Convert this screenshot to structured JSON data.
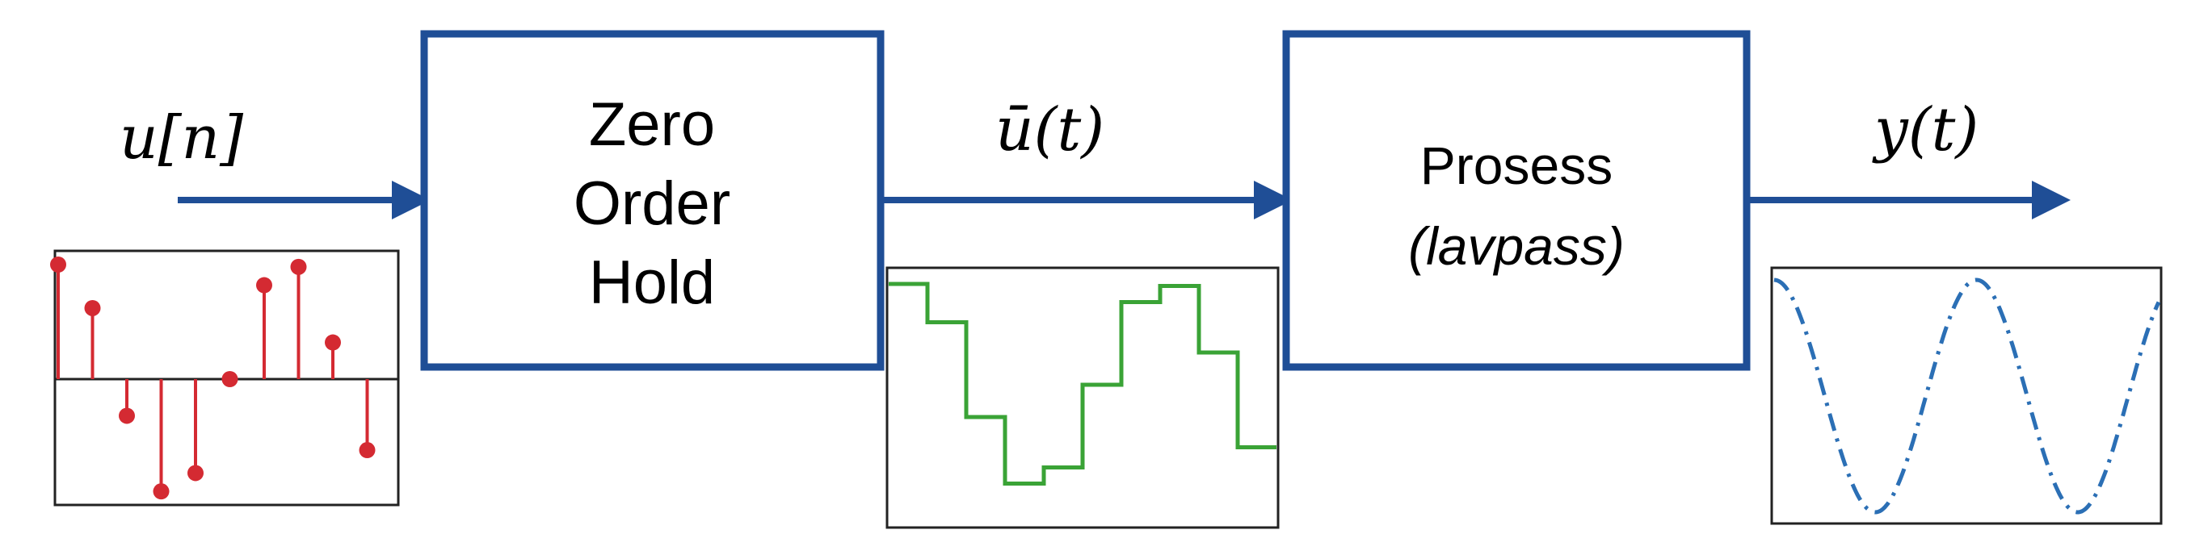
{
  "colors": {
    "flow": "#1f4e96",
    "block_border": "#1f4e96",
    "discrete_stems": "#d42a32",
    "hold_signal": "#3aa336",
    "output_signal": "#2b6fb5",
    "plot_frame": "#222222"
  },
  "labels": {
    "input_signal": "u[n]",
    "held_signal": "ū(t)",
    "output_signal": "y(t)"
  },
  "blocks": {
    "zoh": {
      "lines": [
        "Zero",
        "Order",
        "Hold"
      ]
    },
    "process": {
      "title": "Prosess",
      "subtitle": "(lavpass)"
    }
  },
  "plots": {
    "discrete_input": {
      "type": "stem",
      "values": [
        1.0,
        0.62,
        -0.32,
        -0.98,
        -0.82,
        0.0,
        0.82,
        0.98,
        0.32,
        -0.62
      ]
    },
    "zoh_output": {
      "type": "step",
      "values": [
        1.0,
        0.62,
        -0.32,
        -0.98,
        -0.82,
        0.0,
        0.82,
        0.98,
        0.32,
        -0.62
      ]
    },
    "process_output": {
      "type": "dash-dot line",
      "function": "cosine",
      "periods": 1.9
    }
  }
}
